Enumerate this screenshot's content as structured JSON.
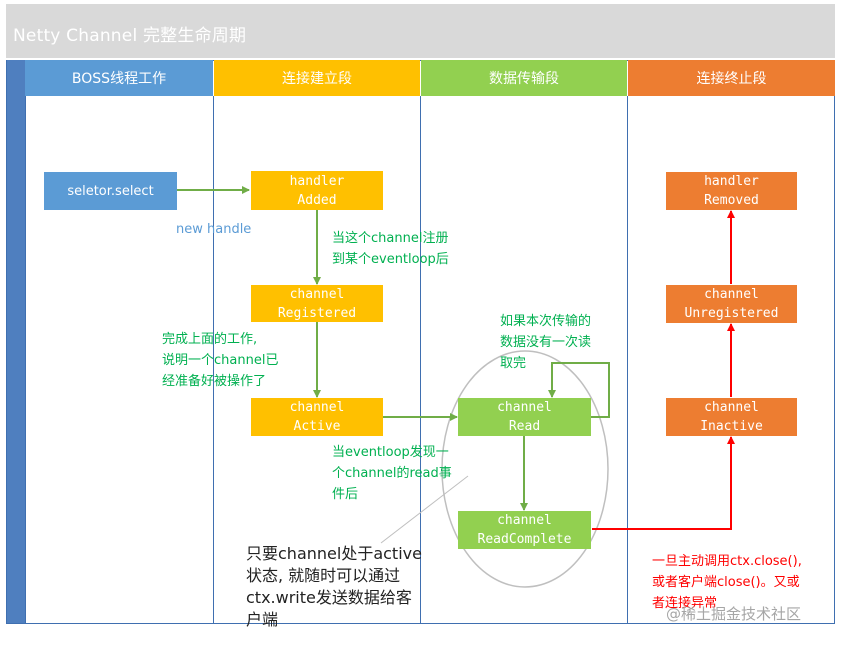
{
  "title": "Netty Channel 完整生命周期",
  "lanes": [
    {
      "label": "BOSS线程工作",
      "color": "#5b9bd5"
    },
    {
      "label": "连接建立段",
      "color": "#ffc000"
    },
    {
      "label": "数据传输段",
      "color": "#92d050"
    },
    {
      "label": "连接终止段",
      "color": "#ed7d31"
    }
  ],
  "nodes": {
    "selector": {
      "label": "seletor.select"
    },
    "handler_added": {
      "line1": "handler",
      "line2": "Added"
    },
    "registered": {
      "line1": "channel",
      "line2": "Registered"
    },
    "active": {
      "line1": "channel",
      "line2": "Active"
    },
    "read": {
      "line1": "channel",
      "line2": "Read"
    },
    "read_complete": {
      "line1": "channel",
      "line2": "ReadComplete"
    },
    "inactive": {
      "line1": "channel",
      "line2": "Inactive"
    },
    "unregistered": {
      "line1": "channel",
      "line2": "Unregistered"
    },
    "handler_removed": {
      "line1": "handler",
      "line2": "Removed"
    }
  },
  "annotations": {
    "new_handle": "new handle",
    "registered_note": [
      "当这个channel注册",
      "到某个eventloop后"
    ],
    "active_note": [
      "完成上面的工作,",
      "说明一个channel已",
      "经准备好被操作了"
    ],
    "read_loop_note": [
      "如果本次传输的",
      "数据没有一次读",
      "取完"
    ],
    "read_event_note": [
      "当eventloop发现一",
      "个channel的read事",
      "件后"
    ],
    "write_note": [
      "只要channel处于active",
      "状态, 就随时可以通过",
      "ctx.write发送数据给客",
      "户端"
    ],
    "close_note": [
      "一旦主动调用ctx.close(),",
      "或者客户端close()。又或",
      "者连接异常"
    ]
  },
  "watermark": "@稀土掘金技术社区"
}
